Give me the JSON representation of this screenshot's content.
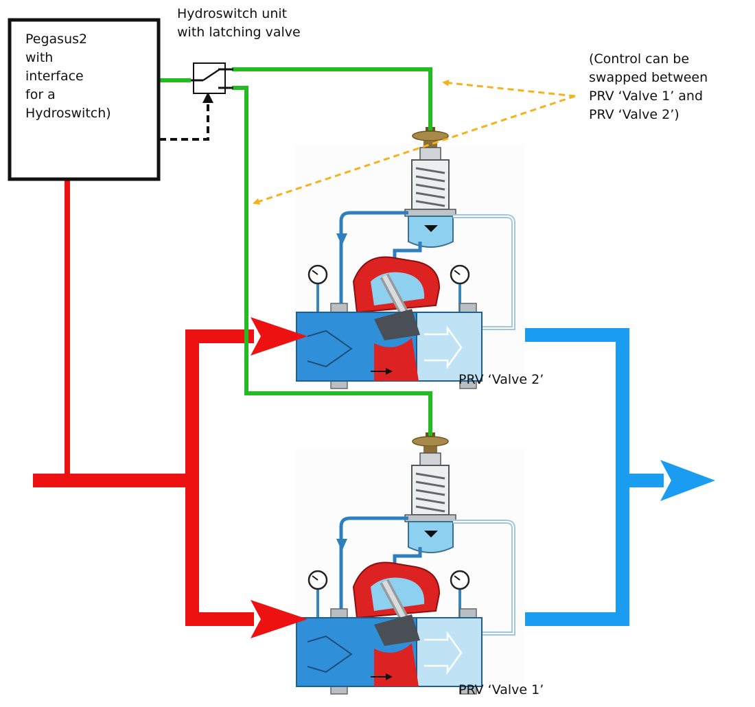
{
  "controller": {
    "lines": [
      "Pegasus2",
      "with",
      "interface",
      "for a",
      "Hydroswitch)"
    ]
  },
  "hydroswitch": {
    "lines": [
      "Hydroswitch unit",
      "with latching valve"
    ]
  },
  "note": {
    "lines": [
      "(Control can be",
      "swapped between",
      "PRV ‘Valve 1’ and",
      "PRV ‘Valve 2’)"
    ]
  },
  "valves": {
    "valve2_label": "PRV ‘Valve 2’",
    "valve1_label": "PRV ‘Valve 1’"
  },
  "colors": {
    "inlet_pipe": "#ee1111",
    "outlet_pipe": "#1a9cf0",
    "control_line": "#22bb22",
    "signal_dashed": "#111111",
    "annotation_arrow": "#f5b21b",
    "valve_body": "#2f8fd8",
    "valve_light": "#bfe3f5",
    "valve_red": "#dd2222"
  }
}
